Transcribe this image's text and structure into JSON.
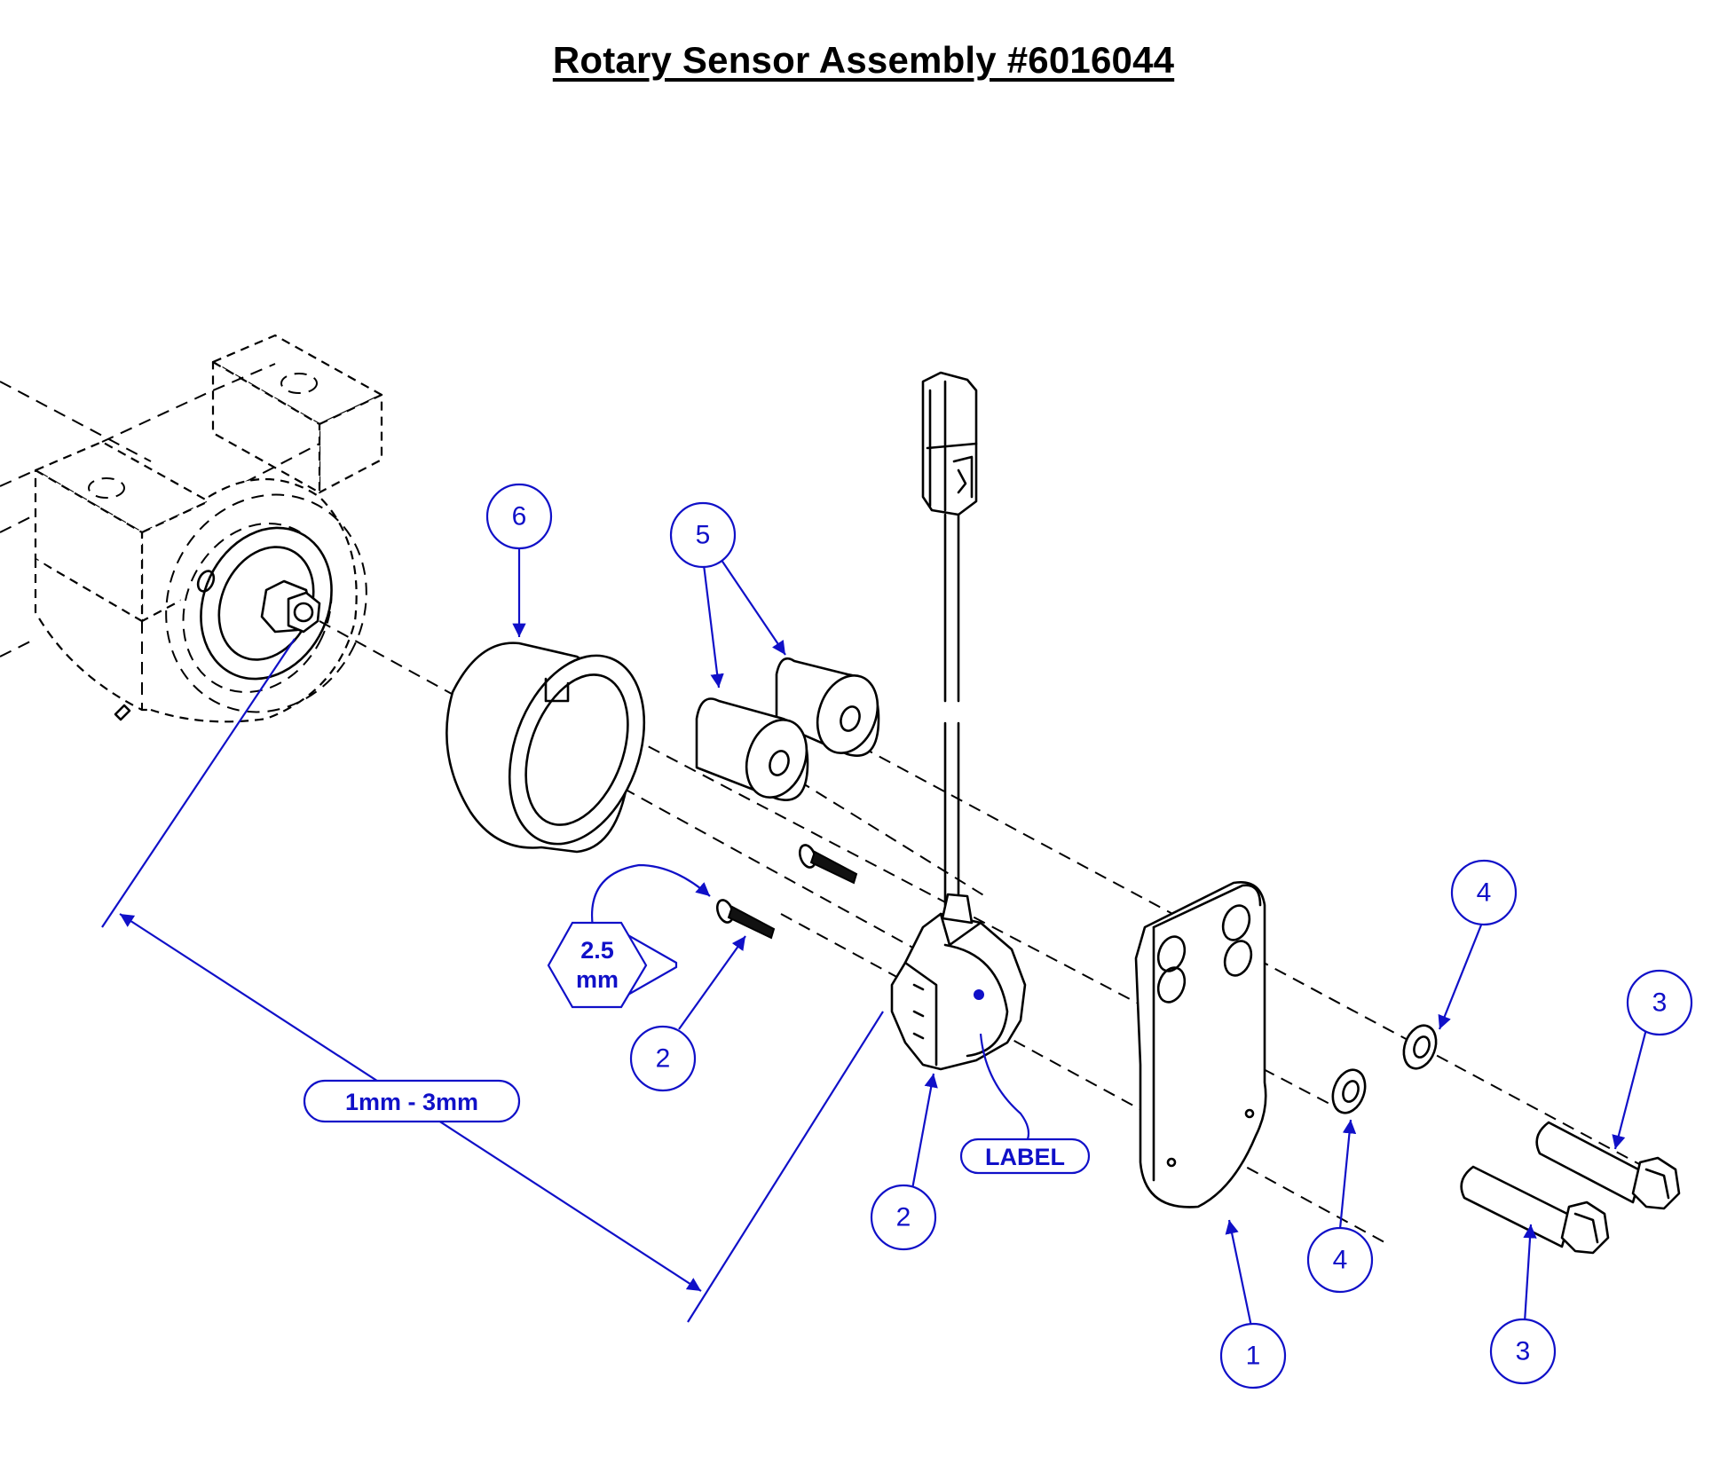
{
  "title": "Rotary Sensor Assembly #6016044",
  "callouts": {
    "c6": "6",
    "c5": "5",
    "c4_top": "4",
    "c4_bottom": "4",
    "c3_top": "3",
    "c3_bottom": "3",
    "c2_left": "2",
    "c2_bottom": "2",
    "c1": "1"
  },
  "notes": {
    "hex_size_line1": "2.5",
    "hex_size_line2": "mm",
    "gap_dimension": "1mm - 3mm",
    "label_tag": "LABEL"
  },
  "colors": {
    "callout_blue": "#1010c8",
    "line_black": "#000000"
  }
}
